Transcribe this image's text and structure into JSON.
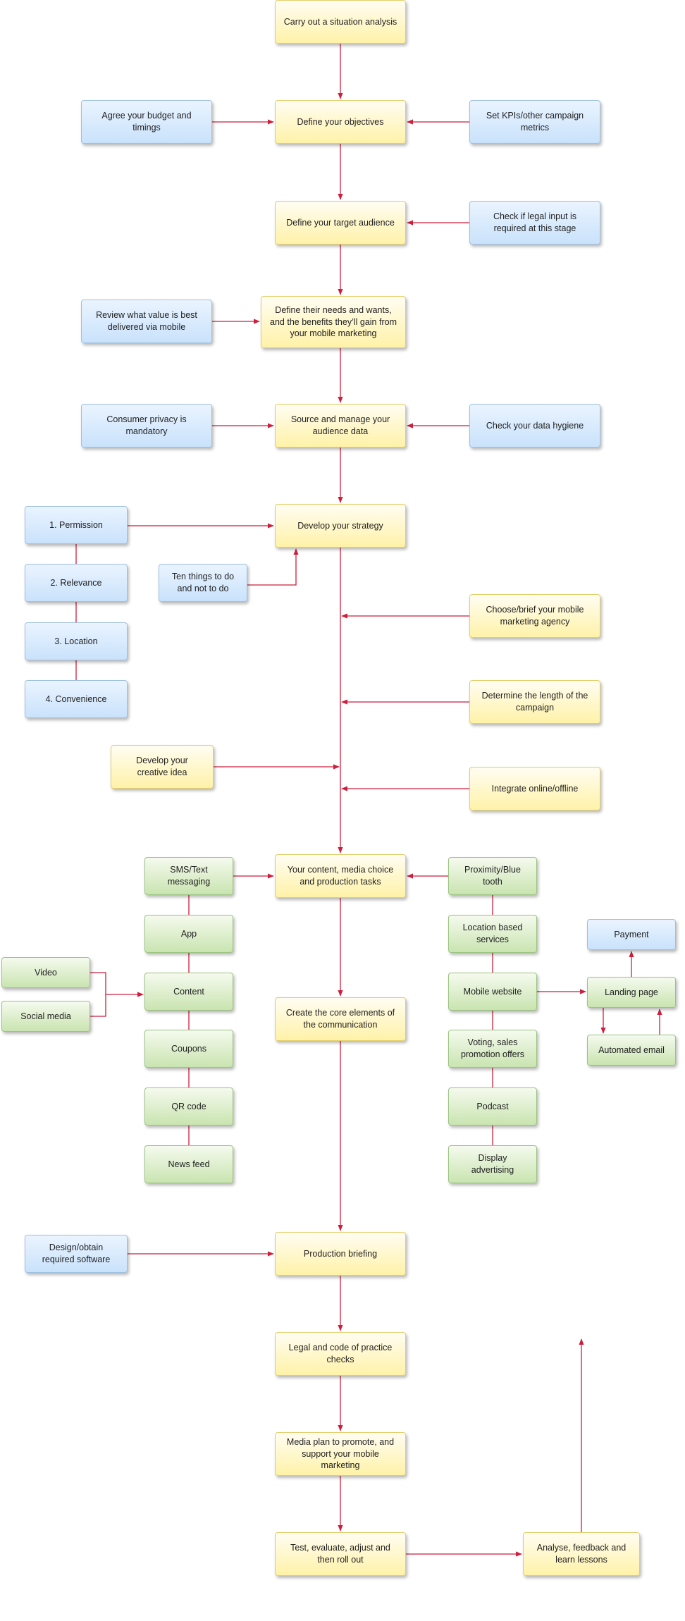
{
  "colors": {
    "connector": "#cc1f3d",
    "yellow": "#fff2a8",
    "blue": "#c9e2fb",
    "green": "#c9e4b0"
  },
  "nodes": {
    "situation": "Carry out a situation analysis",
    "budget": "Agree your budget and timings",
    "objectives": "Define your objectives",
    "kpis": "Set KPIs/other campaign metrics",
    "audience": "Define your target audience",
    "legal_input": "Check if legal input is required at this stage",
    "review_value": "Review what value is best delivered via mobile",
    "needs": "Define their needs and wants, and the benefits they’ll gain from your mobile marketing",
    "privacy": "Consumer privacy is mandatory",
    "source_data": "Source and manage your audience data",
    "hygiene": "Check your data hygiene",
    "permission": "1.  Permission",
    "relevance": "2.  Relevance",
    "location": "3.  Location",
    "convenience": "4.  Convenience",
    "strategy": "Develop your strategy",
    "ten_things": "Ten things to do\nand not to do",
    "agency": "Choose/brief your mobile marketing agency",
    "length": "Determine the length of the campaign",
    "creative": "Develop your\ncreative idea",
    "integrate": "Integrate online/offline",
    "sms": "SMS/Text\nmessaging",
    "content_media": "Your content, media choice and production tasks",
    "proximity": "Proximity/Blue\ntooth",
    "app": "App",
    "location_services": "Location based services",
    "payment": "Payment",
    "video": "Video",
    "content": "Content",
    "mobile_website": "Mobile website",
    "landing": "Landing page",
    "social": "Social media",
    "core": "Create the core elements of the communication",
    "automated_email": "Automated email",
    "coupons": "Coupons",
    "voting": "Voting, sales promotion offers",
    "qr": "QR code",
    "podcast": "Podcast",
    "news_feed": "News feed",
    "display": "Display advertising",
    "software": "Design/obtain required software",
    "briefing": "Production briefing",
    "legal_checks": "Legal and code of practice checks",
    "media_plan": "Media plan to promote, and support your mobile marketing",
    "test": "Test, evaluate, adjust and then roll out",
    "analyse": "Analyse, feedback and learn lessons"
  }
}
